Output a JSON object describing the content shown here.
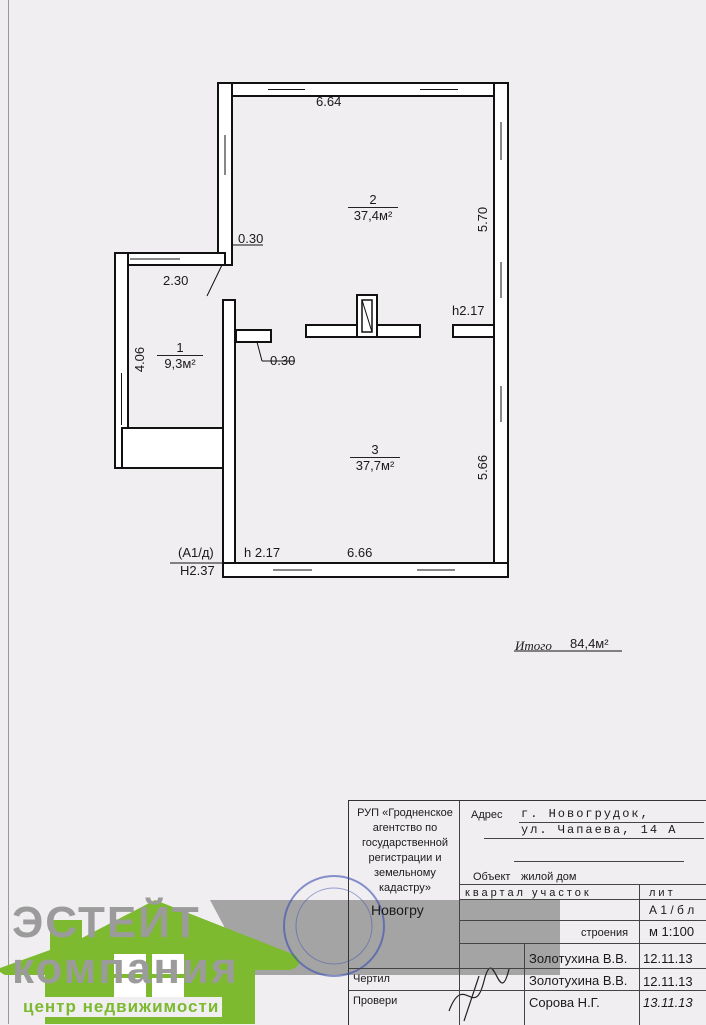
{
  "plan": {
    "rooms": [
      {
        "number": "1",
        "area": "9,3м²"
      },
      {
        "number": "2",
        "area": "37,4м²"
      },
      {
        "number": "3",
        "area": "37,7м²"
      }
    ],
    "dimensions": {
      "top": "6.64",
      "right_upper": "5.70",
      "right_lower": "5.66",
      "bottom": "6.66",
      "small_room_width": "2.30",
      "small_room_depth": "4.06",
      "wall_upper": "0.30",
      "wall_stub": "0.30",
      "height_right": "h2.17",
      "height_bottom": "h 2.17"
    },
    "litera": "(А1/д)",
    "litera_height": "Н2.37",
    "total_label": "Итого",
    "total_value": "84,4м²"
  },
  "title_block": {
    "org": "РУП «Гродненское агентство по государственной регистрации и земельному кадастру»",
    "city_partial": "Новогру",
    "address_label": "Адрес",
    "address_line1": "г. Новогрудок,",
    "address_line2": "ул. Чапаева, 14 А",
    "object_label": "Объект",
    "object_value": "жилой дом",
    "col_quarter_plot": "квартал участок",
    "col_lit": "лит",
    "lit_value": "А 1 / б л",
    "building_label": "строения",
    "scale": "м 1:100",
    "row1_name": "Золотухина В.В.",
    "row1_date": "12.11.13",
    "row2_label": "Чертил",
    "row2_name": "Золотухина В.В.",
    "row2_date": "12.11.13",
    "row3_label": "Провери",
    "row3_name": "Сорова Н.Г.",
    "row3_date": "13.11.13"
  },
  "watermark": {
    "brand": "ЭСТЕЙТ компания",
    "tagline": "центр недвижимости",
    "green": "#7dba2f",
    "grey": "#9b9b9b"
  }
}
